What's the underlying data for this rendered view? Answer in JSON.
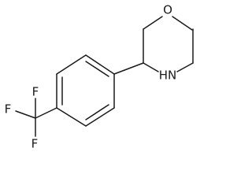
{
  "molecule": {
    "atom_labels": {
      "oxygen": "O",
      "amine": "HN",
      "fluorine_1": "F",
      "fluorine_2": "F",
      "fluorine_3": "F"
    },
    "bond_count": 20
  },
  "colors": {
    "bond": "#1a1a1a",
    "label": "#1a1a1a",
    "background": "#ffffff"
  }
}
